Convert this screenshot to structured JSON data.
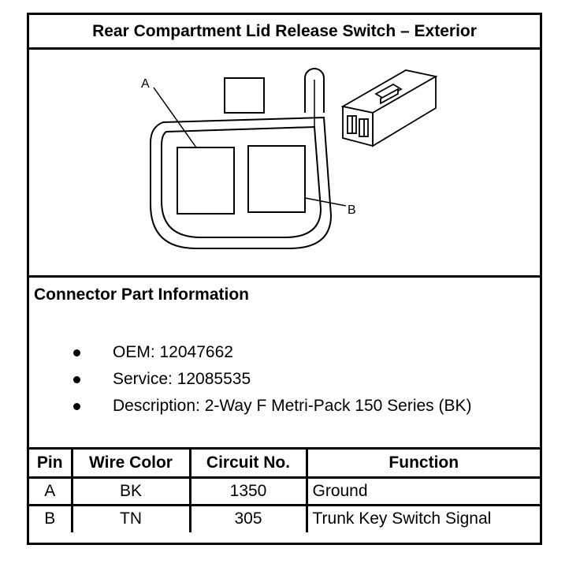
{
  "title": "Rear Compartment Lid Release Switch – Exterior",
  "diagram": {
    "label_a": "A",
    "label_b": "B"
  },
  "connector_info": {
    "heading": "Connector Part Information",
    "items": [
      "OEM: 12047662",
      "Service: 12085535",
      "Description: 2-Way F Metri-Pack 150 Series (BK)"
    ]
  },
  "pin_table": {
    "headers": [
      "Pin",
      "Wire Color",
      "Circuit No.",
      "Function"
    ],
    "rows": [
      [
        "A",
        "BK",
        "1350",
        "Ground"
      ],
      [
        "B",
        "TN",
        "305",
        "Trunk Key Switch Signal"
      ]
    ]
  }
}
